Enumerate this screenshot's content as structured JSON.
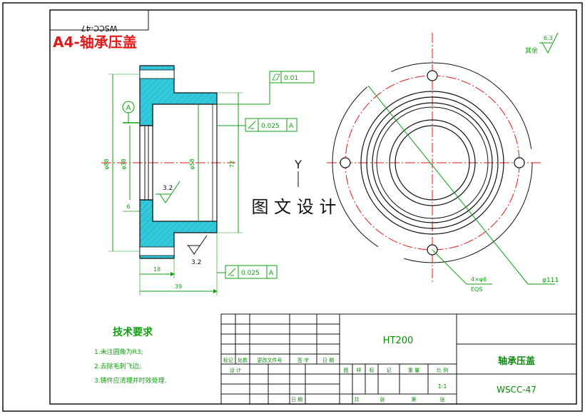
{
  "drawing": {
    "code_box_mirrored": "WSCC-47",
    "title_red": "A4-轴承压盖",
    "watermark": "图 文 设 计",
    "axis_label": "Y"
  },
  "section_view": {
    "dims": {
      "flatness_value": "0.01",
      "perp_upper_value": "0.025",
      "perp_upper_datum": "A",
      "perp_lower_value": "0.025",
      "perp_lower_datum": "A",
      "datum_label": "A",
      "dia_outer": "φ88",
      "dia_hole": "φ38",
      "dia_inner": "φ58",
      "dia_right": "72",
      "small_dim": "6",
      "roughness_inner": "3.2",
      "roughness_lower": "3.2",
      "width_18": "18",
      "width_39": "39"
    }
  },
  "plan_view": {
    "roughness_other_label": "其余",
    "roughness_other_value": "6.3",
    "holes_note_line1": "4×φ6",
    "holes_note_line2": "EQS",
    "dia_outer": "φ111"
  },
  "tech_req": {
    "title": "技术要求",
    "items": [
      "1.未注圆角为R3;",
      "2.去除毛刺飞边;",
      "3.铸件应清理并时效处理."
    ]
  },
  "title_block": {
    "material": "HT200",
    "part_name": "轴承压盖",
    "drawing_no": "WSCC-47",
    "scale": "1:1",
    "row_labels": [
      "标记",
      "处数",
      "更改文件号",
      "签 字",
      "日 期"
    ],
    "design_label": "设 计",
    "stage_labels": [
      "图",
      "样",
      "标",
      "记"
    ],
    "weight_label": "重 量",
    "scale_label": "比 例",
    "bottom_labels": [
      "共",
      "张",
      "第",
      "张"
    ],
    "date_label": "日 期"
  },
  "colors": {
    "hatch_fill": "#33c8dc",
    "dimension": "#10a010",
    "centerline": "#e01818",
    "outline": "#111111"
  }
}
